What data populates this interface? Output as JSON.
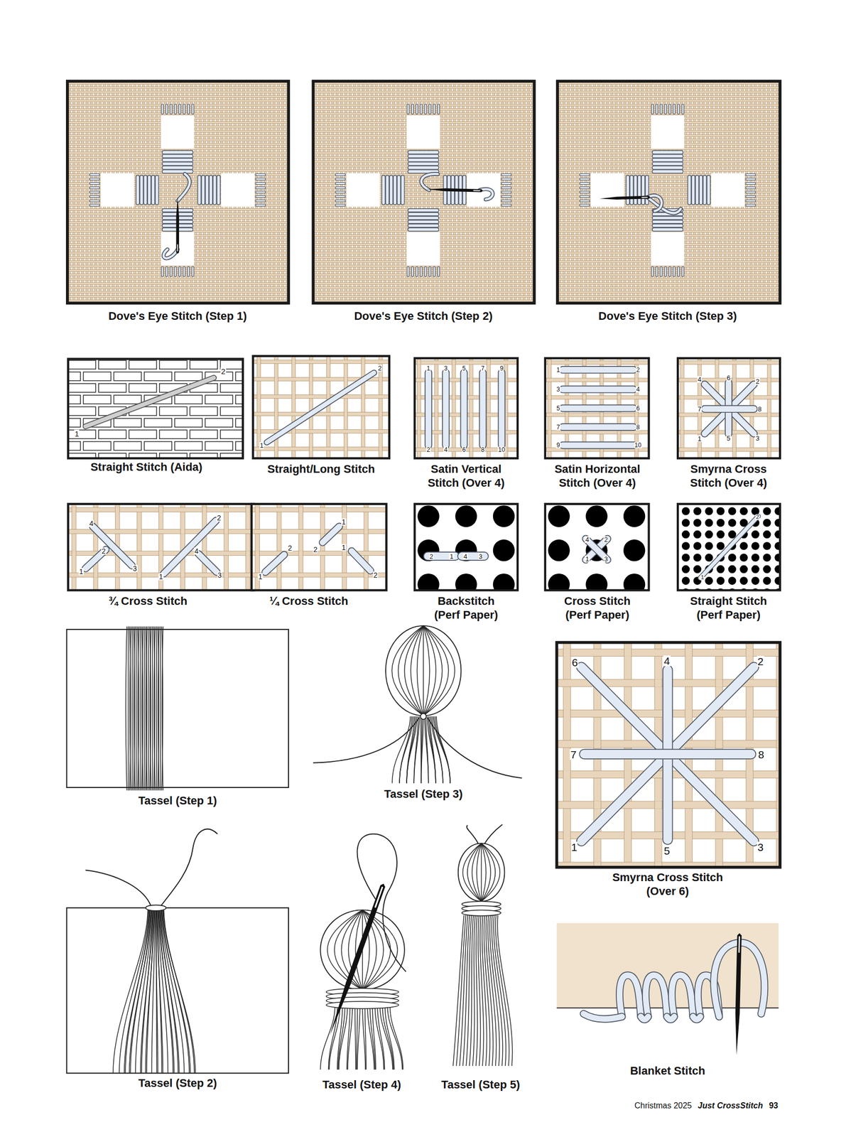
{
  "diagram": {
    "nodes": [
      {
        "text": [
          "Dove's Eye Stitch (Step 1)"
        ]
      },
      {
        "text": [
          "Dove's Eye Stitch (Step 2)"
        ]
      },
      {
        "text": [
          "Dove's Eye Stitch (Step 3)"
        ]
      },
      {
        "text": [
          "Straight Stitch (Aida)"
        ]
      },
      {
        "text": [
          "Straight/Long Stitch"
        ]
      },
      {
        "text": [
          "Satin Vertical Stitch (Over 4)"
        ]
      },
      {
        "text": [
          "Satin Horizontal Stitch (Over 4)"
        ]
      },
      {
        "text": [
          "Smyrna Cross Stitch (Over 4)"
        ]
      },
      {
        "text": [
          "¾ Cross Stitch"
        ]
      },
      {
        "text": [
          "¼ Cross Stitch"
        ]
      },
      {
        "text": [
          "Backstitch (Perf Paper)"
        ]
      },
      {
        "text": [
          "Cross Stitch (Perf Paper)"
        ]
      },
      {
        "text": [
          "Straight Stitch (Perf Paper)"
        ]
      },
      {
        "text": [
          "Tassel (Step 1)"
        ]
      },
      {
        "text": [
          "Tassel (Step 3)"
        ]
      },
      {
        "text": [
          "Smyrna Cross Stitch (Over 6)"
        ]
      },
      {
        "text": [
          "Tassel (Step 2)"
        ]
      },
      {
        "text": [
          "Tassel (Step 4)"
        ]
      },
      {
        "text": [
          "Tassel (Step 5)"
        ]
      },
      {
        "text": [
          "Blanket Stitch"
        ]
      }
    ],
    "labels": [
      "1",
      "2",
      "1",
      "2",
      "1",
      "3",
      "5",
      "7",
      "9",
      "2",
      "4",
      "6",
      "8",
      "10",
      "1",
      "2",
      "3",
      "4",
      "5",
      "6",
      "7",
      "8",
      "9",
      "10",
      "4",
      "6",
      "2",
      "7",
      "8",
      "1",
      "5",
      "3",
      "4",
      "2",
      "2",
      "4",
      "1",
      "3",
      "1",
      "3",
      "1",
      "2",
      "2",
      "1",
      "1",
      "2",
      "2",
      "1",
      "4",
      "3",
      "4",
      "2",
      "1",
      "3",
      "2",
      "1",
      "6",
      "4",
      "2",
      "7",
      "8",
      "1",
      "5",
      "3",
      "Christmas 2025",
      "Just CrossStitch",
      "93"
    ]
  }
}
